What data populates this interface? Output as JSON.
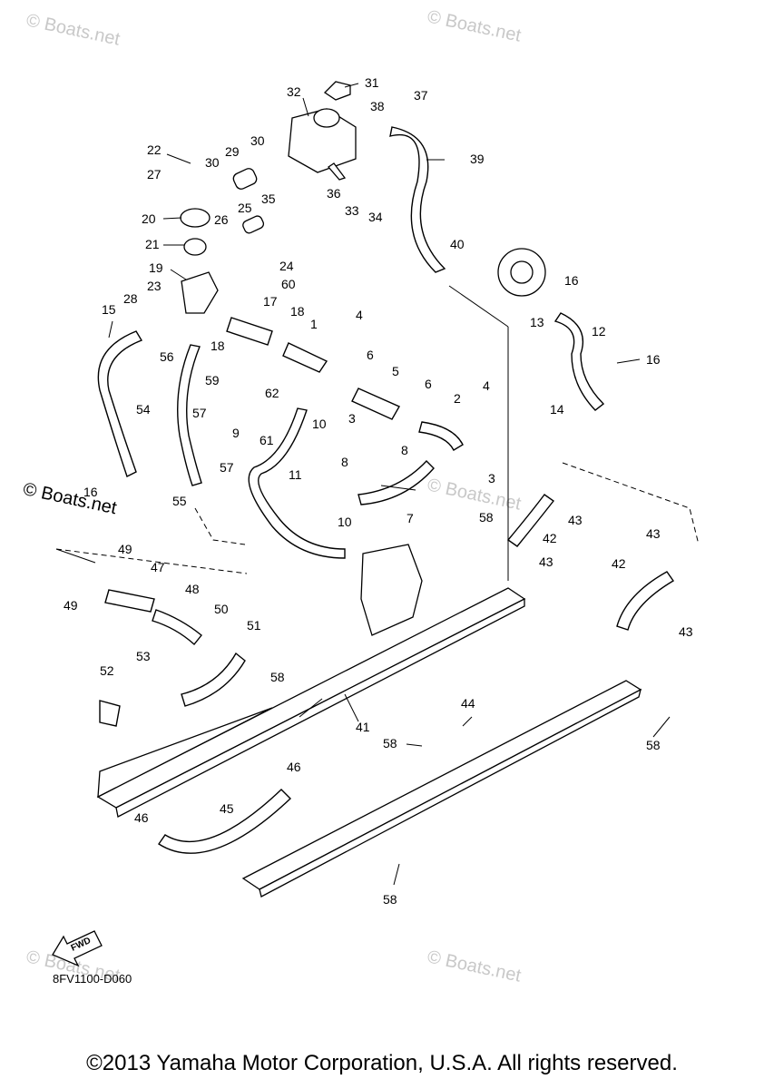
{
  "watermark_text": "© Boats.net",
  "boats_net_label": "© Boats.net",
  "diagram_code": "8FV1100-D060",
  "fwd_label": "FWD",
  "copyright": "©2013 Yamaha Motor Corporation, U.S.A. All rights reserved.",
  "callouts": [
    "31",
    "32",
    "38",
    "37",
    "30",
    "22",
    "29",
    "30",
    "39",
    "27",
    "36",
    "33",
    "34",
    "35",
    "25",
    "26",
    "20",
    "21",
    "40",
    "24",
    "19",
    "60",
    "16",
    "23",
    "17",
    "28",
    "18",
    "13",
    "12",
    "15",
    "1",
    "4",
    "16",
    "18",
    "56",
    "6",
    "59",
    "62",
    "5",
    "6",
    "14",
    "2",
    "4",
    "57",
    "54",
    "10",
    "3",
    "61",
    "9",
    "8",
    "3",
    "11",
    "8",
    "7",
    "16",
    "55",
    "57",
    "58",
    "43",
    "42",
    "43",
    "10",
    "49",
    "47",
    "43",
    "42",
    "49",
    "48",
    "50",
    "43",
    "51",
    "53",
    "52",
    "58",
    "44",
    "41",
    "58",
    "58",
    "46",
    "45",
    "46",
    "58"
  ]
}
